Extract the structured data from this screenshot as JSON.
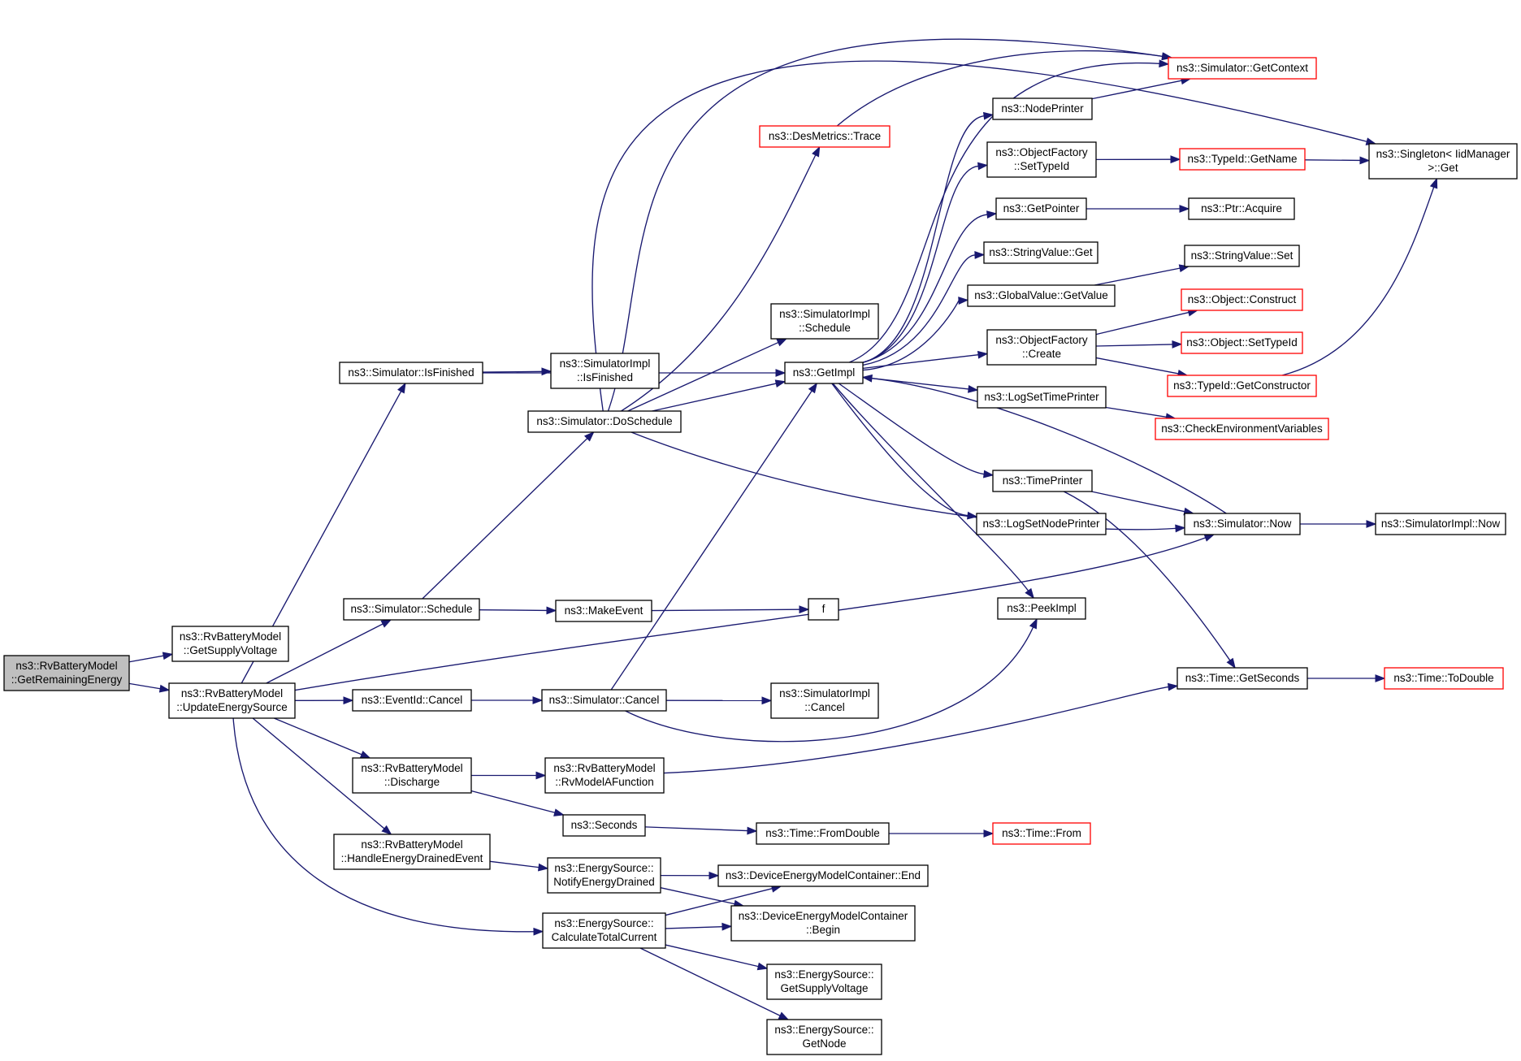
{
  "nodes": [
    {
      "id": "root",
      "lines": [
        "ns3::RvBatteryModel",
        "::GetRemainingEnergy"
      ],
      "kind": "root"
    },
    {
      "id": "getSupplyVoltage",
      "lines": [
        "ns3::RvBatteryModel",
        "::GetSupplyVoltage"
      ],
      "kind": "normal"
    },
    {
      "id": "updateEnergySource",
      "lines": [
        "ns3::RvBatteryModel",
        "::UpdateEnergySource"
      ],
      "kind": "normal"
    },
    {
      "id": "simIsFinished",
      "lines": [
        "ns3::Simulator::IsFinished"
      ],
      "kind": "normal"
    },
    {
      "id": "simSchedule",
      "lines": [
        "ns3::Simulator::Schedule"
      ],
      "kind": "normal"
    },
    {
      "id": "eventIdCancel",
      "lines": [
        "ns3::EventId::Cancel"
      ],
      "kind": "normal"
    },
    {
      "id": "discharge",
      "lines": [
        "ns3::RvBatteryModel",
        "::Discharge"
      ],
      "kind": "normal"
    },
    {
      "id": "handleDrained",
      "lines": [
        "ns3::RvBatteryModel",
        "::HandleEnergyDrainedEvent"
      ],
      "kind": "normal"
    },
    {
      "id": "implIsFinished",
      "lines": [
        "ns3::SimulatorImpl",
        "::IsFinished"
      ],
      "kind": "normal"
    },
    {
      "id": "doSchedule",
      "lines": [
        "ns3::Simulator::DoSchedule"
      ],
      "kind": "normal"
    },
    {
      "id": "makeEvent",
      "lines": [
        "ns3::MakeEvent"
      ],
      "kind": "normal"
    },
    {
      "id": "simCancel",
      "lines": [
        "ns3::Simulator::Cancel"
      ],
      "kind": "normal"
    },
    {
      "id": "rvModelA",
      "lines": [
        "ns3::RvBatteryModel",
        "::RvModelAFunction"
      ],
      "kind": "normal"
    },
    {
      "id": "seconds",
      "lines": [
        "ns3::Seconds"
      ],
      "kind": "normal"
    },
    {
      "id": "notifyDrained",
      "lines": [
        "ns3::EnergySource::",
        "NotifyEnergyDrained"
      ],
      "kind": "normal"
    },
    {
      "id": "calcTotal",
      "lines": [
        "ns3::EnergySource::",
        "CalculateTotalCurrent"
      ],
      "kind": "normal"
    },
    {
      "id": "desTrace",
      "lines": [
        "ns3::DesMetrics::Trace"
      ],
      "kind": "trunc"
    },
    {
      "id": "implSchedule",
      "lines": [
        "ns3::SimulatorImpl",
        "::Schedule"
      ],
      "kind": "normal"
    },
    {
      "id": "getImpl",
      "lines": [
        "ns3::GetImpl"
      ],
      "kind": "normal"
    },
    {
      "id": "f",
      "lines": [
        "f"
      ],
      "kind": "normal"
    },
    {
      "id": "implCancel",
      "lines": [
        "ns3::SimulatorImpl",
        "::Cancel"
      ],
      "kind": "normal"
    },
    {
      "id": "timeFromDouble",
      "lines": [
        "ns3::Time::FromDouble"
      ],
      "kind": "normal"
    },
    {
      "id": "demcEnd",
      "lines": [
        "ns3::DeviceEnergyModelContainer::End"
      ],
      "kind": "normal"
    },
    {
      "id": "demcBegin",
      "lines": [
        "ns3::DeviceEnergyModelContainer",
        "::Begin"
      ],
      "kind": "normal"
    },
    {
      "id": "esGetSupplyVoltage",
      "lines": [
        "ns3::EnergySource::",
        "GetSupplyVoltage"
      ],
      "kind": "normal"
    },
    {
      "id": "esGetNode",
      "lines": [
        "ns3::EnergySource::",
        "GetNode"
      ],
      "kind": "normal"
    },
    {
      "id": "nodePrinter",
      "lines": [
        "ns3::NodePrinter"
      ],
      "kind": "normal"
    },
    {
      "id": "ofSetTypeId",
      "lines": [
        "ns3::ObjectFactory",
        "::SetTypeId"
      ],
      "kind": "normal"
    },
    {
      "id": "getPointer",
      "lines": [
        "ns3::GetPointer"
      ],
      "kind": "normal"
    },
    {
      "id": "stringValueGet",
      "lines": [
        "ns3::StringValue::Get"
      ],
      "kind": "normal"
    },
    {
      "id": "globalValueGet",
      "lines": [
        "ns3::GlobalValue::GetValue"
      ],
      "kind": "normal"
    },
    {
      "id": "ofCreate",
      "lines": [
        "ns3::ObjectFactory",
        "::Create"
      ],
      "kind": "normal"
    },
    {
      "id": "logSetTimePrinter",
      "lines": [
        "ns3::LogSetTimePrinter"
      ],
      "kind": "normal"
    },
    {
      "id": "timePrinter",
      "lines": [
        "ns3::TimePrinter"
      ],
      "kind": "normal"
    },
    {
      "id": "logSetNodePrinter",
      "lines": [
        "ns3::LogSetNodePrinter"
      ],
      "kind": "normal"
    },
    {
      "id": "peekImpl",
      "lines": [
        "ns3::PeekImpl"
      ],
      "kind": "normal"
    },
    {
      "id": "timeFrom",
      "lines": [
        "ns3::Time::From"
      ],
      "kind": "trunc"
    },
    {
      "id": "getContext",
      "lines": [
        "ns3::Simulator::GetContext"
      ],
      "kind": "trunc"
    },
    {
      "id": "typeIdGetName",
      "lines": [
        "ns3::TypeId::GetName"
      ],
      "kind": "trunc"
    },
    {
      "id": "ptrAcquire",
      "lines": [
        "ns3::Ptr::Acquire"
      ],
      "kind": "normal"
    },
    {
      "id": "stringValueSet",
      "lines": [
        "ns3::StringValue::Set"
      ],
      "kind": "normal"
    },
    {
      "id": "objConstruct",
      "lines": [
        "ns3::Object::Construct"
      ],
      "kind": "trunc"
    },
    {
      "id": "objSetTypeId",
      "lines": [
        "ns3::Object::SetTypeId"
      ],
      "kind": "trunc"
    },
    {
      "id": "getConstructor",
      "lines": [
        "ns3::TypeId::GetConstructor"
      ],
      "kind": "trunc"
    },
    {
      "id": "checkEnv",
      "lines": [
        "ns3::CheckEnvironmentVariables"
      ],
      "kind": "trunc"
    },
    {
      "id": "simNow",
      "lines": [
        "ns3::Simulator::Now"
      ],
      "kind": "normal"
    },
    {
      "id": "timeGetSeconds",
      "lines": [
        "ns3::Time::GetSeconds"
      ],
      "kind": "normal"
    },
    {
      "id": "singletonGet",
      "lines": [
        "ns3::Singleton< IidManager",
        ">::Get"
      ],
      "kind": "normal"
    },
    {
      "id": "implNow",
      "lines": [
        "ns3::SimulatorImpl::Now"
      ],
      "kind": "normal"
    },
    {
      "id": "timeToDouble",
      "lines": [
        "ns3::Time::ToDouble"
      ],
      "kind": "trunc"
    }
  ],
  "edges": [
    [
      "root",
      "getSupplyVoltage"
    ],
    [
      "root",
      "updateEnergySource"
    ],
    [
      "updateEnergySource",
      "simIsFinished"
    ],
    [
      "updateEnergySource",
      "simSchedule"
    ],
    [
      "updateEnergySource",
      "eventIdCancel"
    ],
    [
      "updateEnergySource",
      "discharge"
    ],
    [
      "updateEnergySource",
      "handleDrained"
    ],
    [
      "updateEnergySource",
      "calcTotal"
    ],
    [
      "updateEnergySource",
      "simNow"
    ],
    [
      "simIsFinished",
      "implIsFinished"
    ],
    [
      "simIsFinished",
      "getImpl"
    ],
    [
      "simSchedule",
      "doSchedule"
    ],
    [
      "simSchedule",
      "makeEvent"
    ],
    [
      "eventIdCancel",
      "simCancel"
    ],
    [
      "discharge",
      "rvModelA"
    ],
    [
      "discharge",
      "seconds"
    ],
    [
      "handleDrained",
      "notifyDrained"
    ],
    [
      "doSchedule",
      "desTrace"
    ],
    [
      "doSchedule",
      "implSchedule"
    ],
    [
      "doSchedule",
      "getImpl"
    ],
    [
      "doSchedule",
      "getContext"
    ],
    [
      "doSchedule",
      "singletonGet"
    ],
    [
      "doSchedule",
      "simNow"
    ],
    [
      "makeEvent",
      "f"
    ],
    [
      "simCancel",
      "getImpl"
    ],
    [
      "simCancel",
      "implCancel"
    ],
    [
      "simCancel",
      "peekImpl"
    ],
    [
      "rvModelA",
      "timeGetSeconds"
    ],
    [
      "seconds",
      "timeFromDouble"
    ],
    [
      "notifyDrained",
      "demcEnd"
    ],
    [
      "notifyDrained",
      "demcBegin"
    ],
    [
      "calcTotal",
      "demcEnd"
    ],
    [
      "calcTotal",
      "demcBegin"
    ],
    [
      "calcTotal",
      "esGetSupplyVoltage"
    ],
    [
      "calcTotal",
      "esGetNode"
    ],
    [
      "desTrace",
      "getContext"
    ],
    [
      "getImpl",
      "getContext"
    ],
    [
      "getImpl",
      "nodePrinter"
    ],
    [
      "getImpl",
      "ofSetTypeId"
    ],
    [
      "getImpl",
      "getPointer"
    ],
    [
      "getImpl",
      "stringValueGet"
    ],
    [
      "getImpl",
      "globalValueGet"
    ],
    [
      "getImpl",
      "ofCreate"
    ],
    [
      "getImpl",
      "logSetTimePrinter"
    ],
    [
      "getImpl",
      "timePrinter"
    ],
    [
      "getImpl",
      "logSetNodePrinter"
    ],
    [
      "getImpl",
      "peekImpl"
    ],
    [
      "timeFromDouble",
      "timeFrom"
    ],
    [
      "nodePrinter",
      "getContext"
    ],
    [
      "ofSetTypeId",
      "typeIdGetName"
    ],
    [
      "getPointer",
      "ptrAcquire"
    ],
    [
      "globalValueGet",
      "stringValueSet"
    ],
    [
      "ofCreate",
      "objConstruct"
    ],
    [
      "ofCreate",
      "objSetTypeId"
    ],
    [
      "ofCreate",
      "getConstructor"
    ],
    [
      "logSetTimePrinter",
      "checkEnv"
    ],
    [
      "timePrinter",
      "simNow"
    ],
    [
      "timePrinter",
      "timeGetSeconds"
    ],
    [
      "typeIdGetName",
      "singletonGet"
    ],
    [
      "getConstructor",
      "singletonGet"
    ],
    [
      "simNow",
      "getImpl"
    ],
    [
      "simNow",
      "implNow"
    ],
    [
      "timeGetSeconds",
      "timeToDouble"
    ]
  ]
}
